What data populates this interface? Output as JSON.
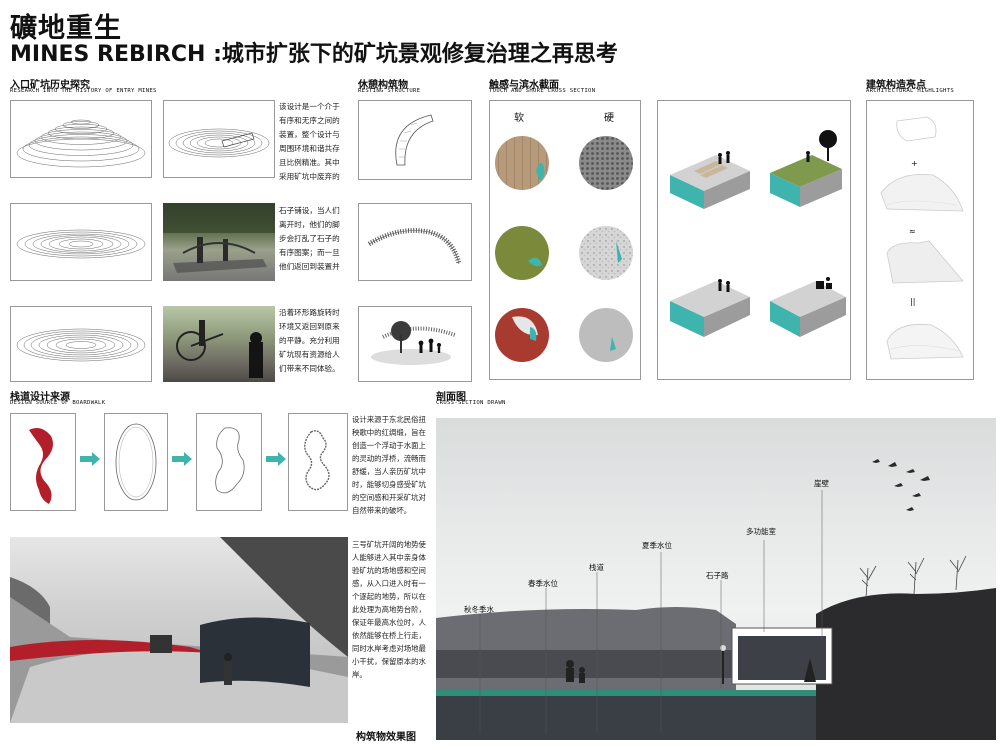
{
  "title": {
    "cn": "礦地重生",
    "en": "MINES REBIRCH :城市扩张下的矿坑景观修复治理之再思考"
  },
  "sections": {
    "history": {
      "cn": "入口矿坑历史探究",
      "en": "RESEARCH INTO THE HISTORY OF ENTRY MINES"
    },
    "resting": {
      "cn": "休憩构筑物",
      "en": "RESTING STRUCTURE"
    },
    "touch": {
      "cn": "触感与滨水截面",
      "en": "TOUCH AND SHORE CROSS SECTION"
    },
    "arch": {
      "cn": "建筑构造亮点",
      "en": "ARCHITECTURAL HIGHLIGHTS"
    },
    "boardwalk": {
      "cn": "栈道设计来源",
      "en": "DESIGN SOURCE OF BOARDWALK"
    },
    "section": {
      "cn": "剖面图",
      "en": "CROSS-SECTION DRAWN"
    },
    "render": {
      "cn": "构筑物效果图"
    }
  },
  "history_texts": [
    "该设计是一个介于有序和无序之间的装置，整个设计与周围环境和谐共存且比例精准。其中采用矿坑中废弃的",
    "石子铺设，当人们离开时，他们的脚步会打乱了石子的有序图案；而一旦他们返回到装置并",
    "沿着环形路旋转时环境又返回到原来的平静。充分利用矿坑现有资源给人们带来不同体验。"
  ],
  "touch_headers": {
    "soft": "软",
    "hard": "硬"
  },
  "arch_symbols": {
    "plus": "+",
    "approx": "≈",
    "equals": "||"
  },
  "boardwalk_text": "设计来源于东北民俗扭秧歌中的红绸缎，旨在创造一个浮动于水面上的灵动的浮桥，流畅而舒缓，当人亲历矿坑中时，能够切身感受矿坑的空间感和开采矿坑对自然带来的破坏。",
  "render_text": "三号矿坑开阔的地势使人能够进入其中亲身体验矿坑的场地感和空间感，从入口进入时有一个逐起的地势，所以在此处理为高地势台阶，保证年最高水位时，人依然能够在桥上行走，同时水岸考虑对场地最小干扰，保留原本的水岸。",
  "section_labels": {
    "autumn": "秋冬季水",
    "spring": "春季水位",
    "boardwalk": "栈道",
    "summer": "夏季水位",
    "stone": "石子路",
    "hall": "多功能室",
    "cliff": "崖壁"
  }
}
